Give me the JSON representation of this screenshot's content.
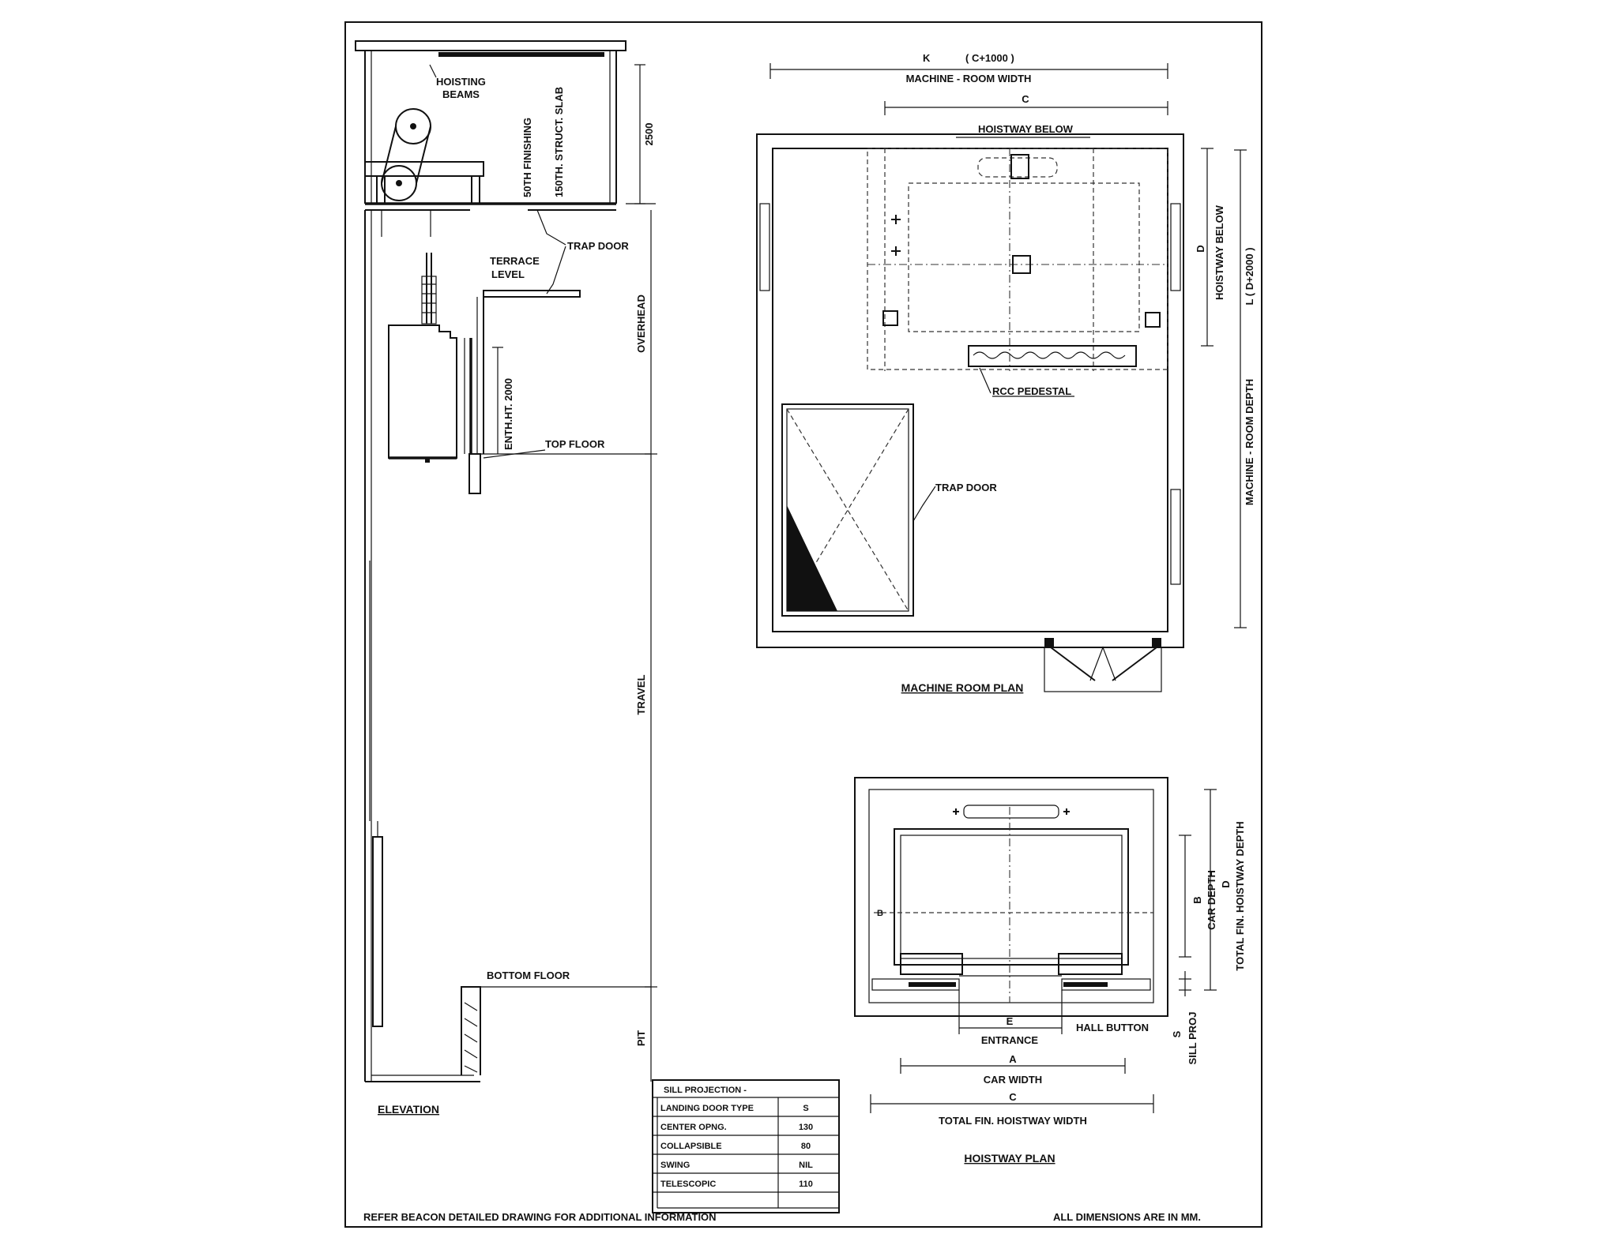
{
  "elevation": {
    "hoisting_beams": "HOISTING",
    "hoisting_beams_2": "BEAMS",
    "finishing": "50TH FINISHING",
    "struct_slab": "150TH. STRUCT. SLAB",
    "dim_2500": "2500",
    "trap_door": "TRAP DOOR",
    "terrace_level": "TERRACE",
    "terrace_level_2": "LEVEL",
    "overhead": "OVERHEAD",
    "entrance_height": "ENTH.HT. 2000",
    "top_floor": "TOP FLOOR",
    "travel": "TRAVEL",
    "bottom_floor": "BOTTOM FLOOR",
    "pit": "PIT",
    "title": "ELEVATION"
  },
  "machine_room": {
    "k_label": "K",
    "k_formula": "( C+1000 )",
    "width_label": "MACHINE - ROOM WIDTH",
    "c_label": "C",
    "hoistway_below_top": "HOISTWAY BELOW",
    "d_label": "D",
    "hoistway_below_side": "HOISTWAY BELOW",
    "l_formula": "L ( D+2000 )",
    "depth_label": "MACHINE - ROOM DEPTH",
    "rcc_pedestal": "RCC PEDESTAL",
    "trap_door": "TRAP DOOR",
    "title": "MACHINE ROOM PLAN"
  },
  "hoistway_plan": {
    "b_label": "B",
    "car_depth": "CAR DEPTH",
    "d_label": "D",
    "total_depth": "TOTAL FIN. HOISTWAY DEPTH",
    "e_label": "E",
    "entrance": "ENTRANCE",
    "hall_button": "HALL BUTTON",
    "s_label": "S",
    "sill_proj": "SILL PROJ",
    "a_label": "A",
    "car_width": "CAR WIDTH",
    "c_label": "C",
    "total_width": "TOTAL FIN. HOISTWAY WIDTH",
    "title": "HOISTWAY PLAN"
  },
  "sill_table": {
    "heading": "SILL PROJECTION -",
    "rows": [
      {
        "label": "LANDING DOOR TYPE",
        "value": "S"
      },
      {
        "label": "CENTER OPNG.",
        "value": "130"
      },
      {
        "label": "COLLAPSIBLE",
        "value": "80"
      },
      {
        "label": "SWING",
        "value": "NIL"
      },
      {
        "label": "TELESCOPIC",
        "value": "110"
      }
    ]
  },
  "footer": {
    "left_note": "REFER BEACON DETAILED DRAWING FOR ADDITIONAL INFORMATION",
    "right_note": "ALL DIMENSIONS ARE IN MM."
  }
}
